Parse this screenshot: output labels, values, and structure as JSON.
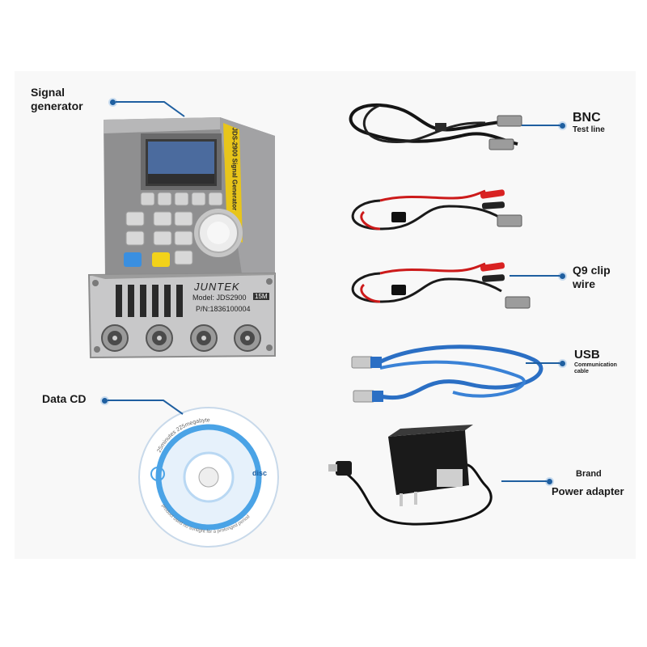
{
  "labels": {
    "signal_generator": [
      "Signal",
      "generator"
    ],
    "bnc": {
      "main": "BNC",
      "sub": "Test line"
    },
    "q9": [
      "Q9 clip",
      "wire"
    ],
    "usb": {
      "main": "USB",
      "sub": [
        "Communication",
        "cable"
      ]
    },
    "power": {
      "sub": "Brand",
      "main": "Power adapter"
    },
    "data_cd": "Data CD"
  },
  "device": {
    "side_text": "JDS-2900 Signal Generator",
    "brand": "JUNTEK",
    "model": "Model: JDS2900",
    "model_badge": "15M",
    "pn": "P/N:1836100004"
  },
  "cd": {
    "ring_top": "25minutes 225megabyte",
    "ring_bottom": "product used no sunlight for a prolonged period",
    "logo": "disc"
  },
  "colors": {
    "accent_blue": "#1f5fa0",
    "device_body": "#8a8a8a",
    "cable_usb": "#2b6fc4",
    "clip_red": "#d22020"
  }
}
